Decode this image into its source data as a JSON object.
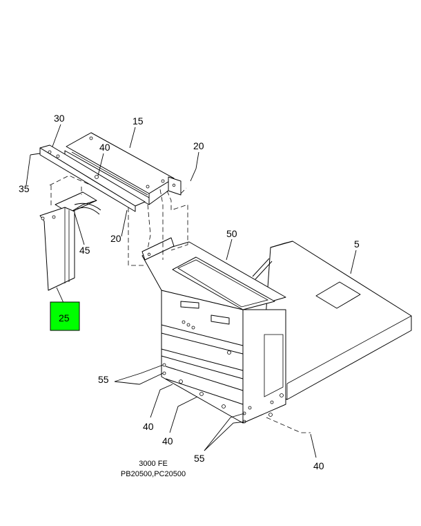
{
  "callouts": {
    "c30": "30",
    "c15": "15",
    "c40_top": "40",
    "c20_right": "20",
    "c35": "35",
    "c20_left": "20",
    "c45": "45",
    "c50": "50",
    "c5": "5",
    "c25": "25",
    "c55_left": "55",
    "c40_bottom_a": "40",
    "c40_bottom_b": "40",
    "c55_bottom": "55",
    "c40_right": "40"
  },
  "caption": {
    "line1": "3000 FE",
    "line2": "PB20500,PC20500"
  },
  "colors": {
    "highlight": "#00ff00"
  }
}
